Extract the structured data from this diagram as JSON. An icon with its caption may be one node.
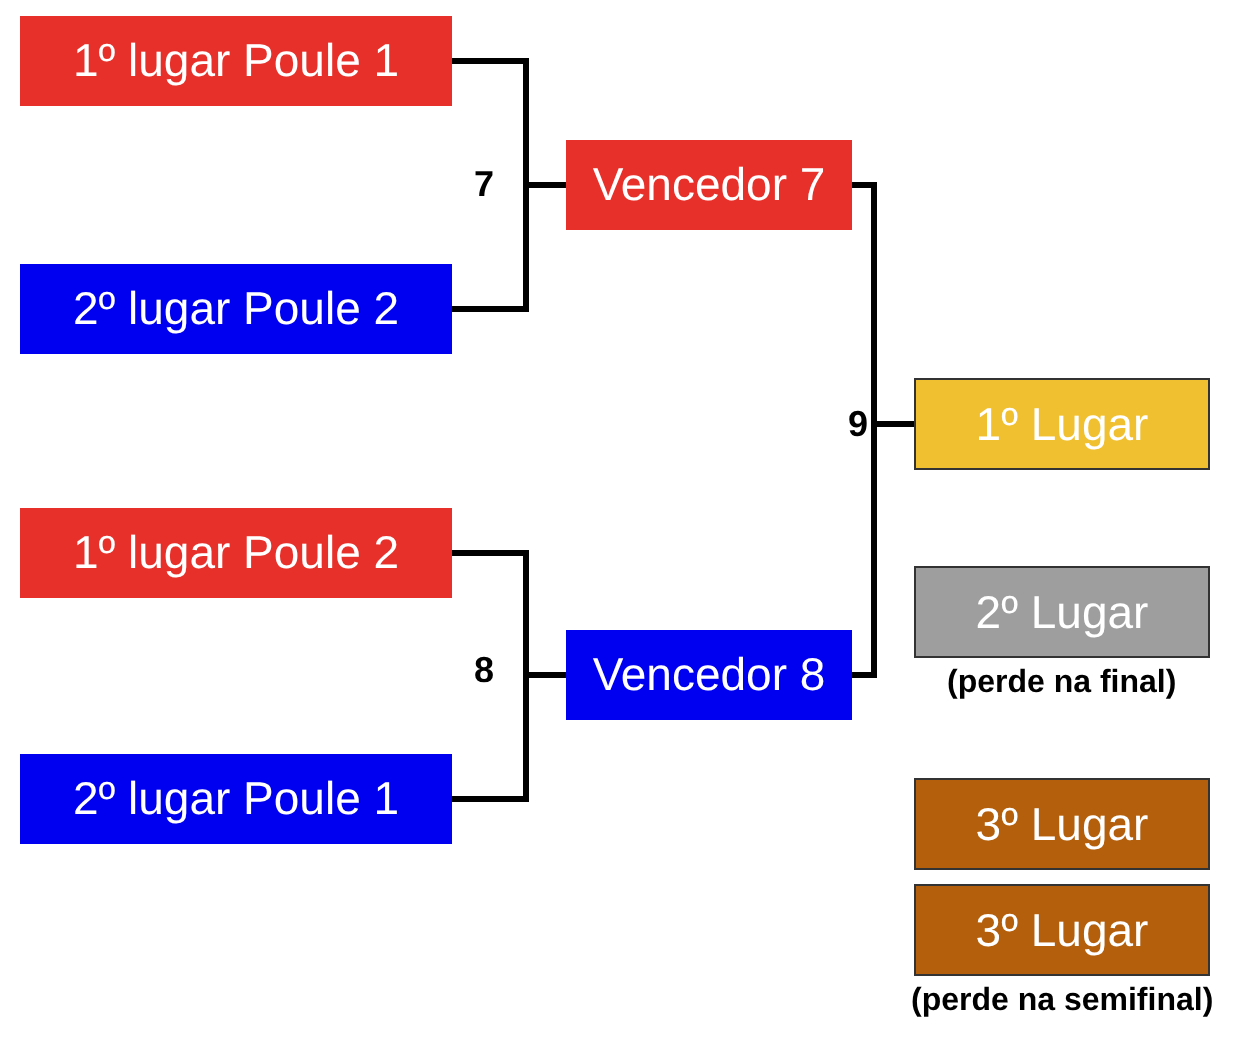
{
  "diagram": {
    "nodes": [
      {
        "text": [
          "1º lugar Poule 1"
        ]
      },
      {
        "text": [
          "2º lugar Poule 2"
        ]
      },
      {
        "text": [
          "Vencedor 7"
        ]
      },
      {
        "text": [
          "1º lugar Poule 2"
        ]
      },
      {
        "text": [
          "2º lugar Poule 1"
        ]
      },
      {
        "text": [
          "Vencedor 8"
        ]
      },
      {
        "text": [
          "1º Lugar"
        ]
      },
      {
        "text": [
          "2º Lugar"
        ],
        "beside": [
          "(perde na final)"
        ]
      },
      {
        "text": [
          "3º Lugar"
        ]
      },
      {
        "text": [
          "3º Lugar"
        ],
        "beside": [
          "(perde na semifinal)"
        ]
      }
    ],
    "edges": [
      {
        "from": 0,
        "to": 2,
        "arrow": "none"
      },
      {
        "from": 1,
        "to": 2,
        "arrow": "none"
      },
      {
        "from": 3,
        "to": 5,
        "arrow": "none"
      },
      {
        "from": 4,
        "to": 5,
        "arrow": "none"
      },
      {
        "from": 2,
        "to": 6,
        "arrow": "none"
      },
      {
        "from": 5,
        "to": 6,
        "arrow": "none"
      }
    ],
    "labels": [
      "7",
      "9",
      "8"
    ]
  }
}
